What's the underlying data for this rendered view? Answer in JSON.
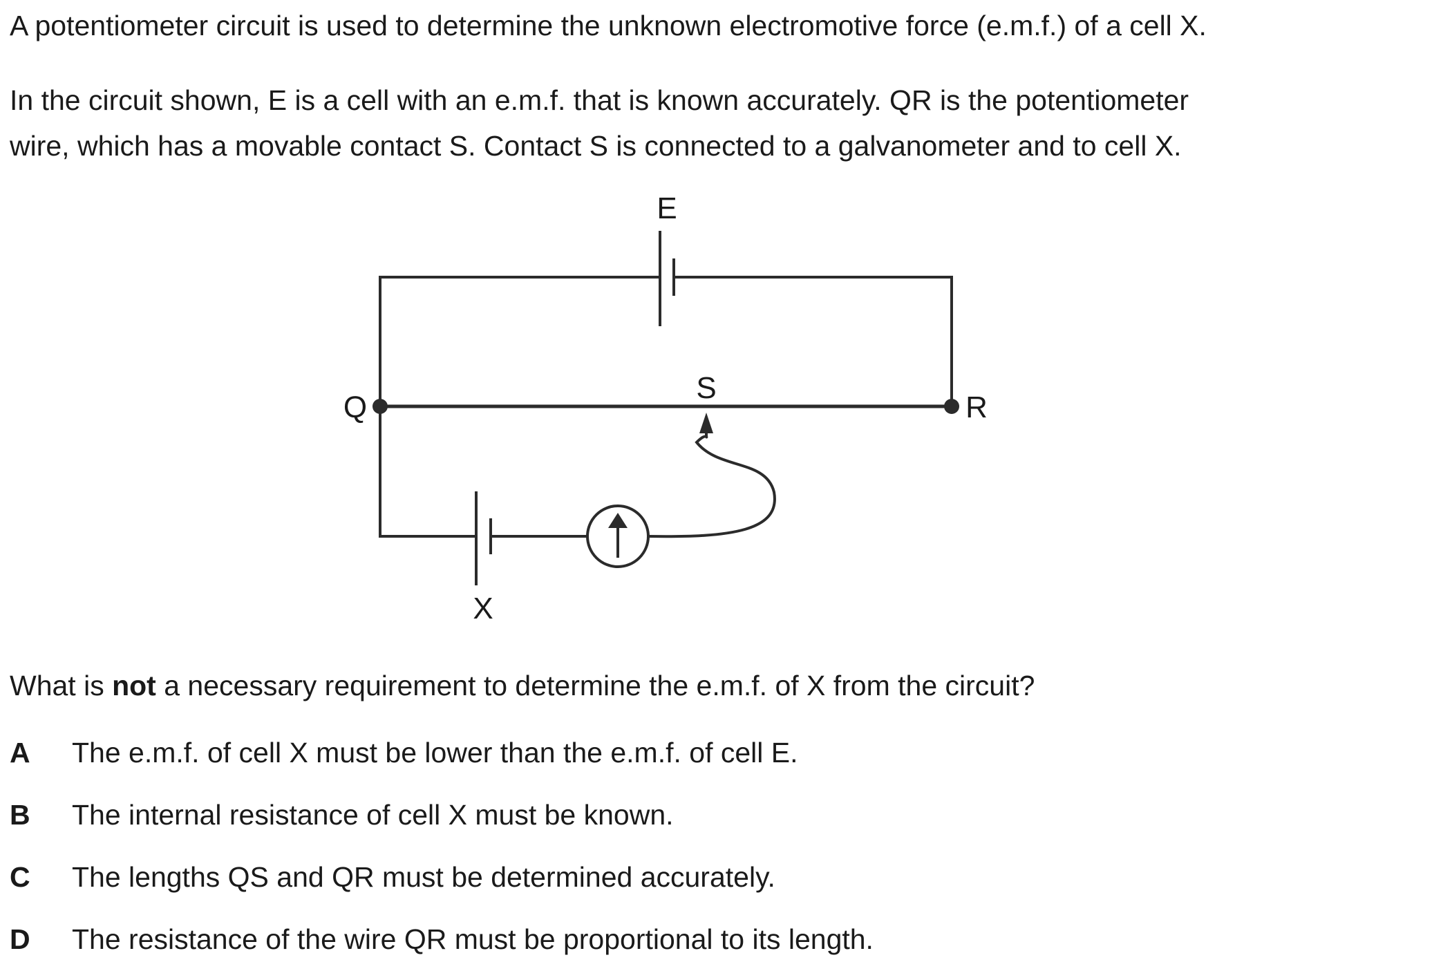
{
  "intro": "A potentiometer circuit is used to determine the unknown electromotive force (e.m.f.) of a cell X.",
  "description_line1": "In the circuit shown, E is a cell with an e.m.f. that is known accurately. QR is the potentiometer",
  "description_line2": "wire, which has a movable contact S. Contact S is connected to a galvanometer and to cell X.",
  "diagram": {
    "label_e": "E",
    "label_q": "Q",
    "label_r": "R",
    "label_s": "S",
    "label_x": "X"
  },
  "question": {
    "before": "What is ",
    "emphasis": "not",
    "after": " a necessary requirement to determine the e.m.f. of X from the circuit?"
  },
  "options": [
    {
      "letter": "A",
      "text": "The e.m.f. of cell X must be lower than the e.m.f. of cell E."
    },
    {
      "letter": "B",
      "text": "The internal resistance of cell X must be known."
    },
    {
      "letter": "C",
      "text": "The lengths QS and QR must be determined accurately."
    },
    {
      "letter": "D",
      "text": "The resistance of the wire QR must be proportional to its length."
    }
  ]
}
